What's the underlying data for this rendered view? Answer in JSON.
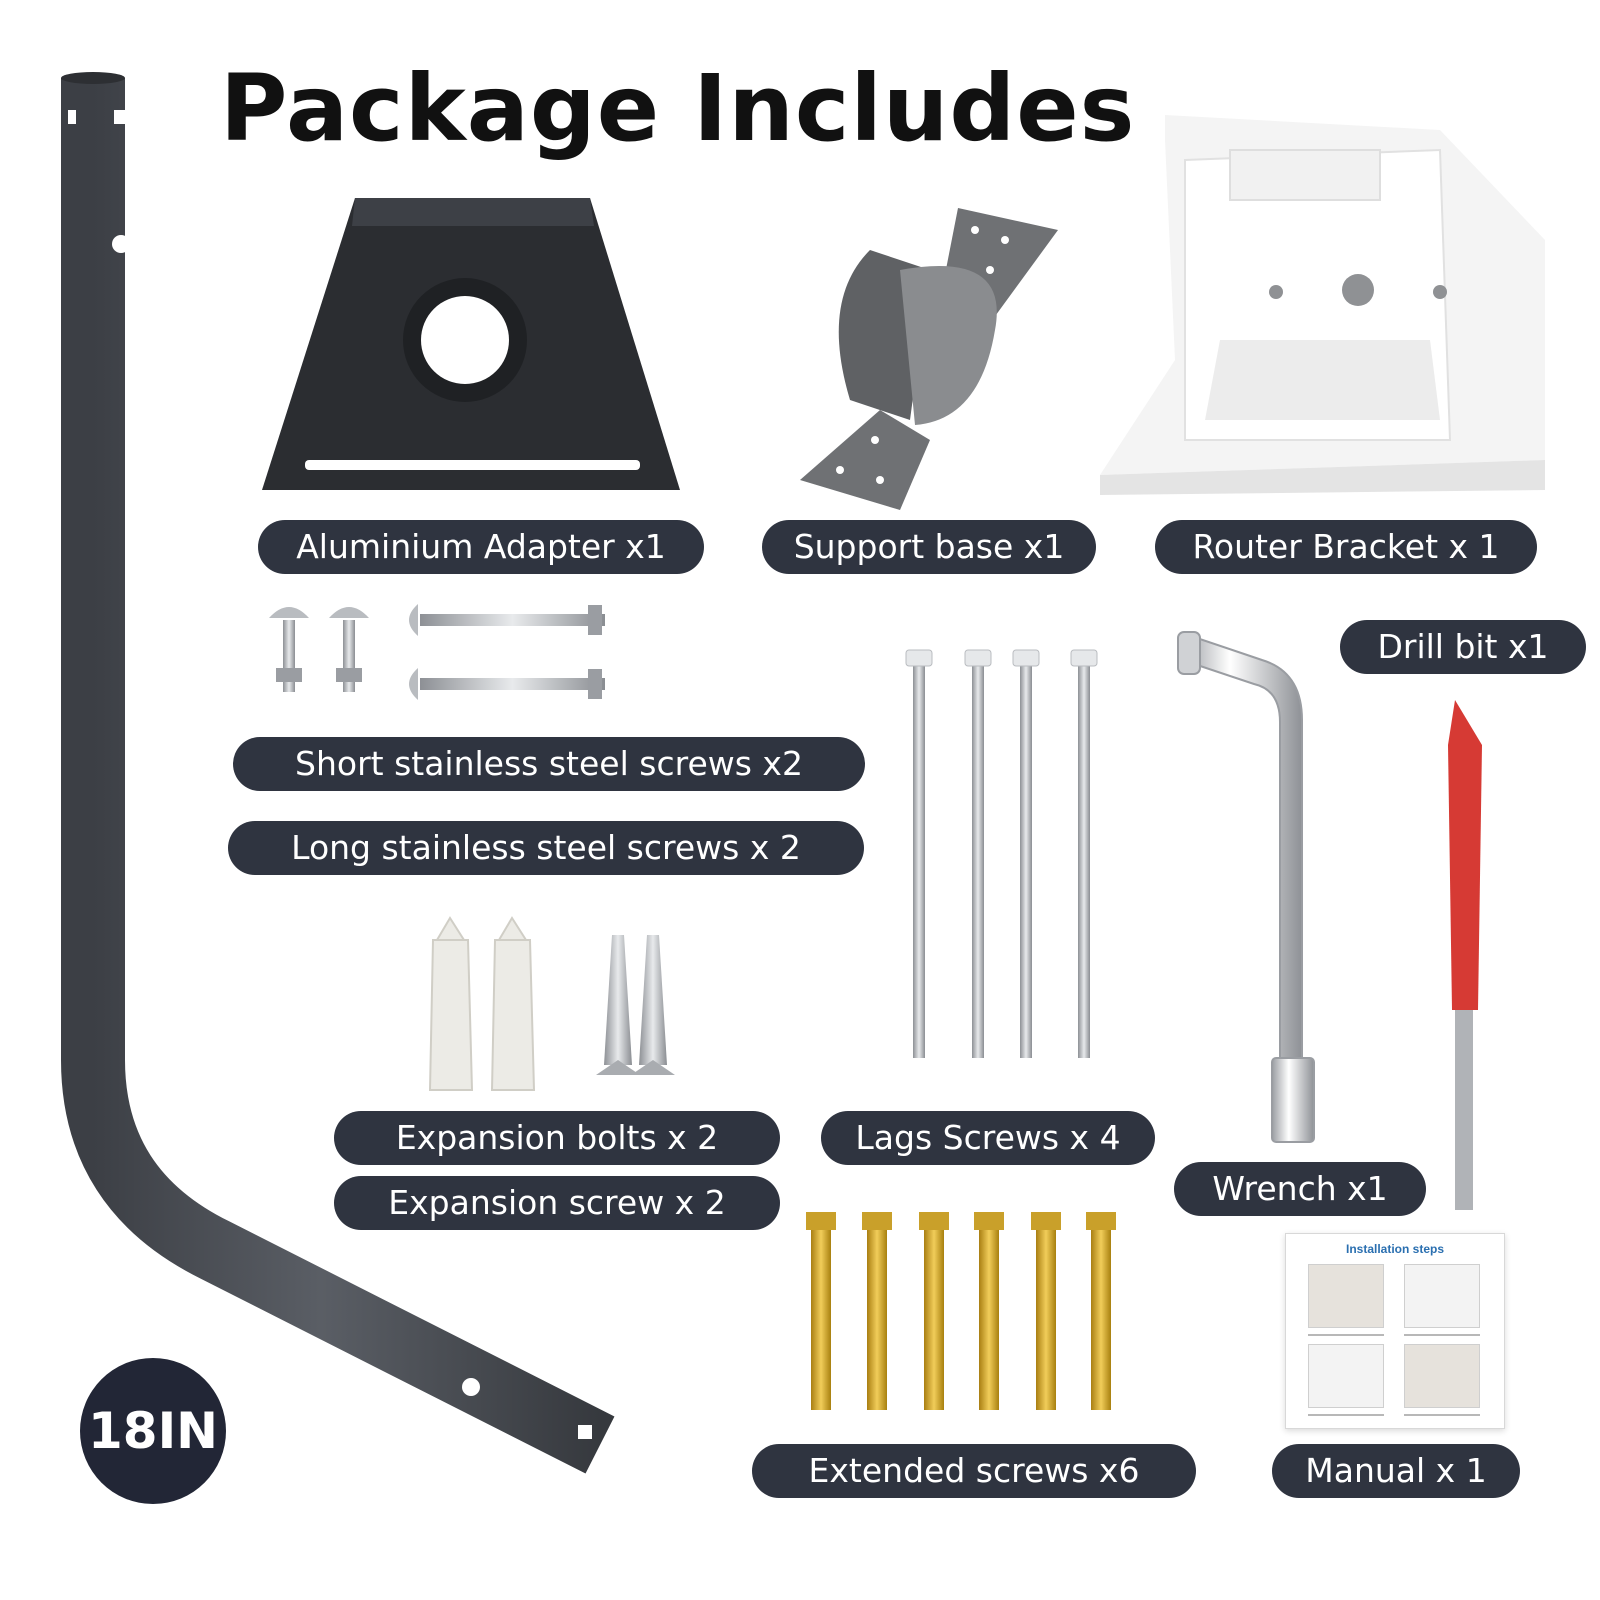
{
  "title": "Package Includes",
  "badge": "18IN",
  "items": {
    "aluminium_adapter": "Aluminium Adapter x1",
    "support_base": "Support base x1",
    "router_bracket": "Router Bracket x 1",
    "drill_bit": "Drill bit x1",
    "short_screws": "Short stainless steel screws x2",
    "long_screws": "Long stainless steel screws x 2",
    "expansion_bolts": "Expansion bolts x 2",
    "expansion_screw": "Expansion screw x 2",
    "lag_screws": "Lags Screws x 4",
    "wrench": "Wrench x1",
    "extended_screws": "Extended screws x6",
    "manual": "Manual x 1"
  },
  "manual_title": "Installation steps",
  "colors": {
    "pill_bg": "#2f3440",
    "pole": "#4a4d53",
    "adapter": "#2b2d31",
    "support_base": "#6f7174",
    "router_bracket": "#f4f4f4",
    "drill_red": "#d63a34",
    "brass": "#d4a82b",
    "steel": "#b9bcc0"
  }
}
